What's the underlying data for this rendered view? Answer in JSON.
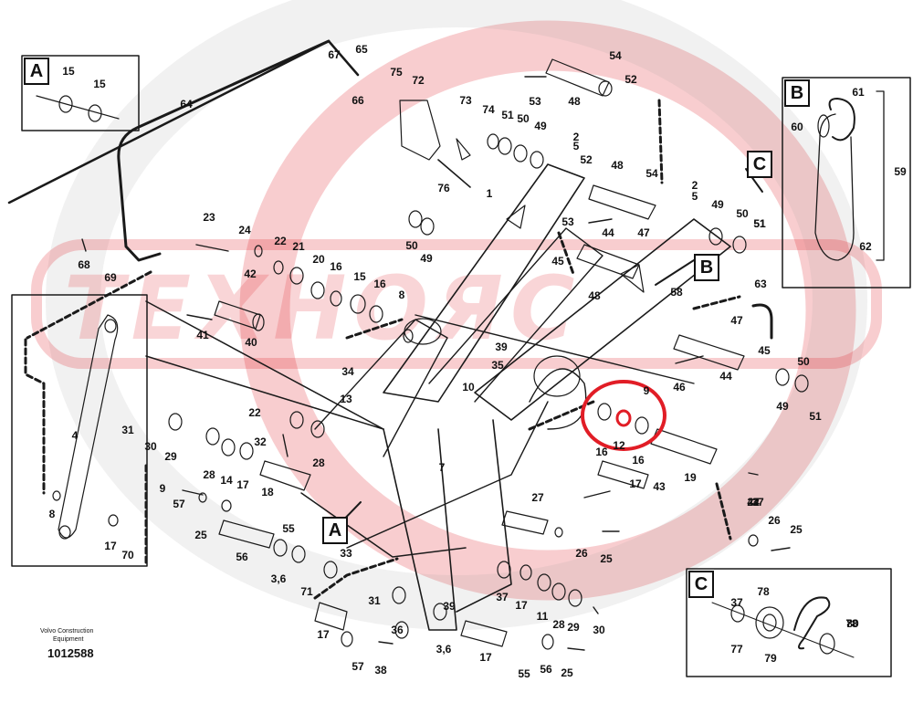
{
  "watermark": {
    "text": "ТЕХНОЯС",
    "color": "#e11d26"
  },
  "document": {
    "publisher_line1": "Volvo Construction",
    "publisher_line2": "Equipment",
    "drawing_number": "1012588"
  },
  "detail_views": {
    "a": {
      "letter": "A",
      "parts": [
        "15",
        "15"
      ]
    },
    "b": {
      "letter": "B",
      "parts": [
        "61",
        "60",
        "59",
        "62"
      ]
    },
    "c": {
      "letter": "C",
      "parts": [
        "78",
        "80",
        "77",
        "79"
      ]
    }
  },
  "callouts": {
    "c_ref": "C",
    "b_ref": "B",
    "a_ref": "A"
  },
  "part_labels": [
    "65",
    "67",
    "66",
    "64",
    "75",
    "72",
    "54",
    "52",
    "48",
    "53",
    "73",
    "74",
    "51",
    "50",
    "49",
    "76",
    "1",
    "2",
    "5",
    "52",
    "48",
    "54",
    "2",
    "5",
    "49",
    "50",
    "51",
    "51",
    "50",
    "49",
    "53",
    "44",
    "47",
    "23",
    "24",
    "22",
    "21",
    "20",
    "16",
    "15",
    "16",
    "68",
    "69",
    "42",
    "45",
    "48",
    "58",
    "63",
    "8",
    "41",
    "40",
    "34",
    "39",
    "47",
    "45",
    "44",
    "46",
    "50",
    "49",
    "51",
    "13",
    "10",
    "9",
    "12",
    "16",
    "16",
    "31",
    "30",
    "29",
    "22",
    "32",
    "28",
    "14",
    "17",
    "18",
    "28",
    "27",
    "19",
    "24",
    "7",
    "4",
    "8",
    "9",
    "57",
    "25",
    "56",
    "55",
    "33",
    "3,6",
    "17",
    "70",
    "71",
    "17",
    "43",
    "42",
    "26",
    "25",
    "37",
    "26",
    "25",
    "37",
    "17",
    "11",
    "28",
    "29",
    "30",
    "31",
    "36",
    "17",
    "35",
    "39",
    "3,6",
    "17",
    "55",
    "56",
    "25",
    "57",
    "38",
    "37",
    "78",
    "80",
    "77",
    "79"
  ],
  "highlight": {
    "color": "#e11d26"
  }
}
